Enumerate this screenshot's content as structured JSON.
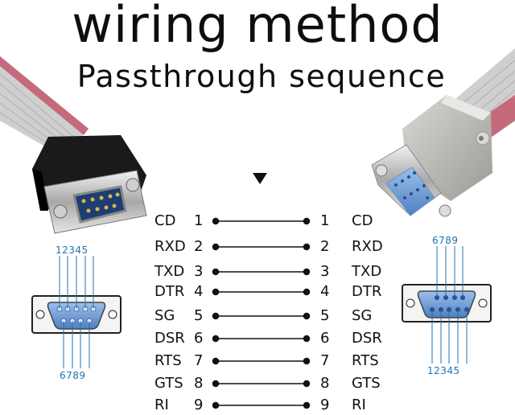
{
  "title": "wiring method",
  "subtitle": "Passthrough sequence",
  "left_connector_pins_top": "12345",
  "left_connector_pins_bottom": "6789",
  "right_connector_pins_top": "6789",
  "right_connector_pins_bottom": "12345",
  "rows": [
    {
      "left_signal": "CD",
      "left_pin": "1",
      "right_pin": "1",
      "right_signal": "CD"
    },
    {
      "left_signal": "RXD",
      "left_pin": "2",
      "right_pin": "2",
      "right_signal": "RXD"
    },
    {
      "left_signal": "TXD",
      "left_pin": "3",
      "right_pin": "3",
      "right_signal": "TXD"
    },
    {
      "left_signal": "DTR",
      "left_pin": "4",
      "right_pin": "4",
      "right_signal": "DTR"
    },
    {
      "left_signal": "SG",
      "left_pin": "5",
      "right_pin": "5",
      "right_signal": "SG"
    },
    {
      "left_signal": "DSR",
      "left_pin": "6",
      "right_pin": "6",
      "right_signal": "DSR"
    },
    {
      "left_signal": "RTS",
      "left_pin": "7",
      "right_pin": "7",
      "right_signal": "RTS"
    },
    {
      "left_signal": "GTS",
      "left_pin": "8",
      "right_pin": "8",
      "right_signal": "GTS"
    },
    {
      "left_signal": "RI",
      "left_pin": "9",
      "right_pin": "9",
      "right_signal": "RI"
    }
  ],
  "colors": {
    "pin_label": "#1e73b0",
    "wire": "#111111",
    "connector_blue": "#5b86c8"
  }
}
